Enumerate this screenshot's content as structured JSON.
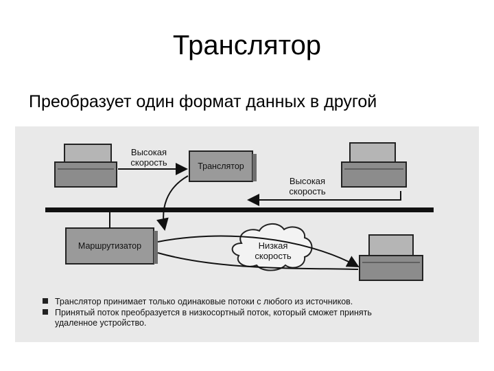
{
  "slide": {
    "title": "Транслятор",
    "subtitle": "Преобразует один формат данных в другой"
  },
  "diagram": {
    "label_high_speed_top": "Высокая\nскорость",
    "label_high_speed_right": "Высокая\nскорость",
    "label_low_speed": "Низкая\nскорость",
    "translator_label": "Транслятор",
    "router_label": "Маршрутизатор"
  },
  "legend": {
    "items": [
      "Транслятор принимает только одинаковые потоки с любого из источников.",
      "Принятый поток преобразуется в низкосортный поток, который сможет принять",
      "удаленное устройство."
    ]
  }
}
